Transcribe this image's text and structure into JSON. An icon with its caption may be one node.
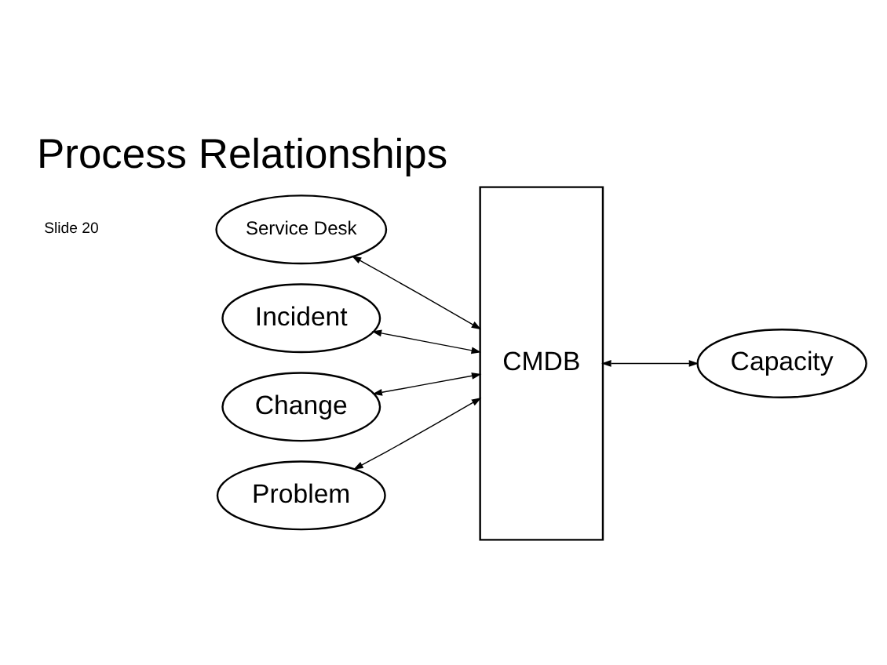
{
  "diagram": {
    "title": "Process Relationships",
    "nodes": [
      {
        "text": [
          "Service Desk"
        ]
      },
      {
        "text": [
          "Incident"
        ]
      },
      {
        "text": [
          "Change"
        ]
      },
      {
        "text": [
          "Problem"
        ]
      },
      {
        "text": [
          "CMDB"
        ]
      },
      {
        "text": [
          "Capacity"
        ]
      }
    ],
    "edges": [
      {
        "from": 0,
        "to": 4,
        "arrow": "both"
      },
      {
        "from": 1,
        "to": 4,
        "arrow": "both"
      },
      {
        "from": 2,
        "to": 4,
        "arrow": "both"
      },
      {
        "from": 3,
        "to": 4,
        "arrow": "both"
      },
      {
        "from": 4,
        "to": 5,
        "arrow": "both"
      }
    ],
    "labels": [
      "Slide 20"
    ]
  }
}
